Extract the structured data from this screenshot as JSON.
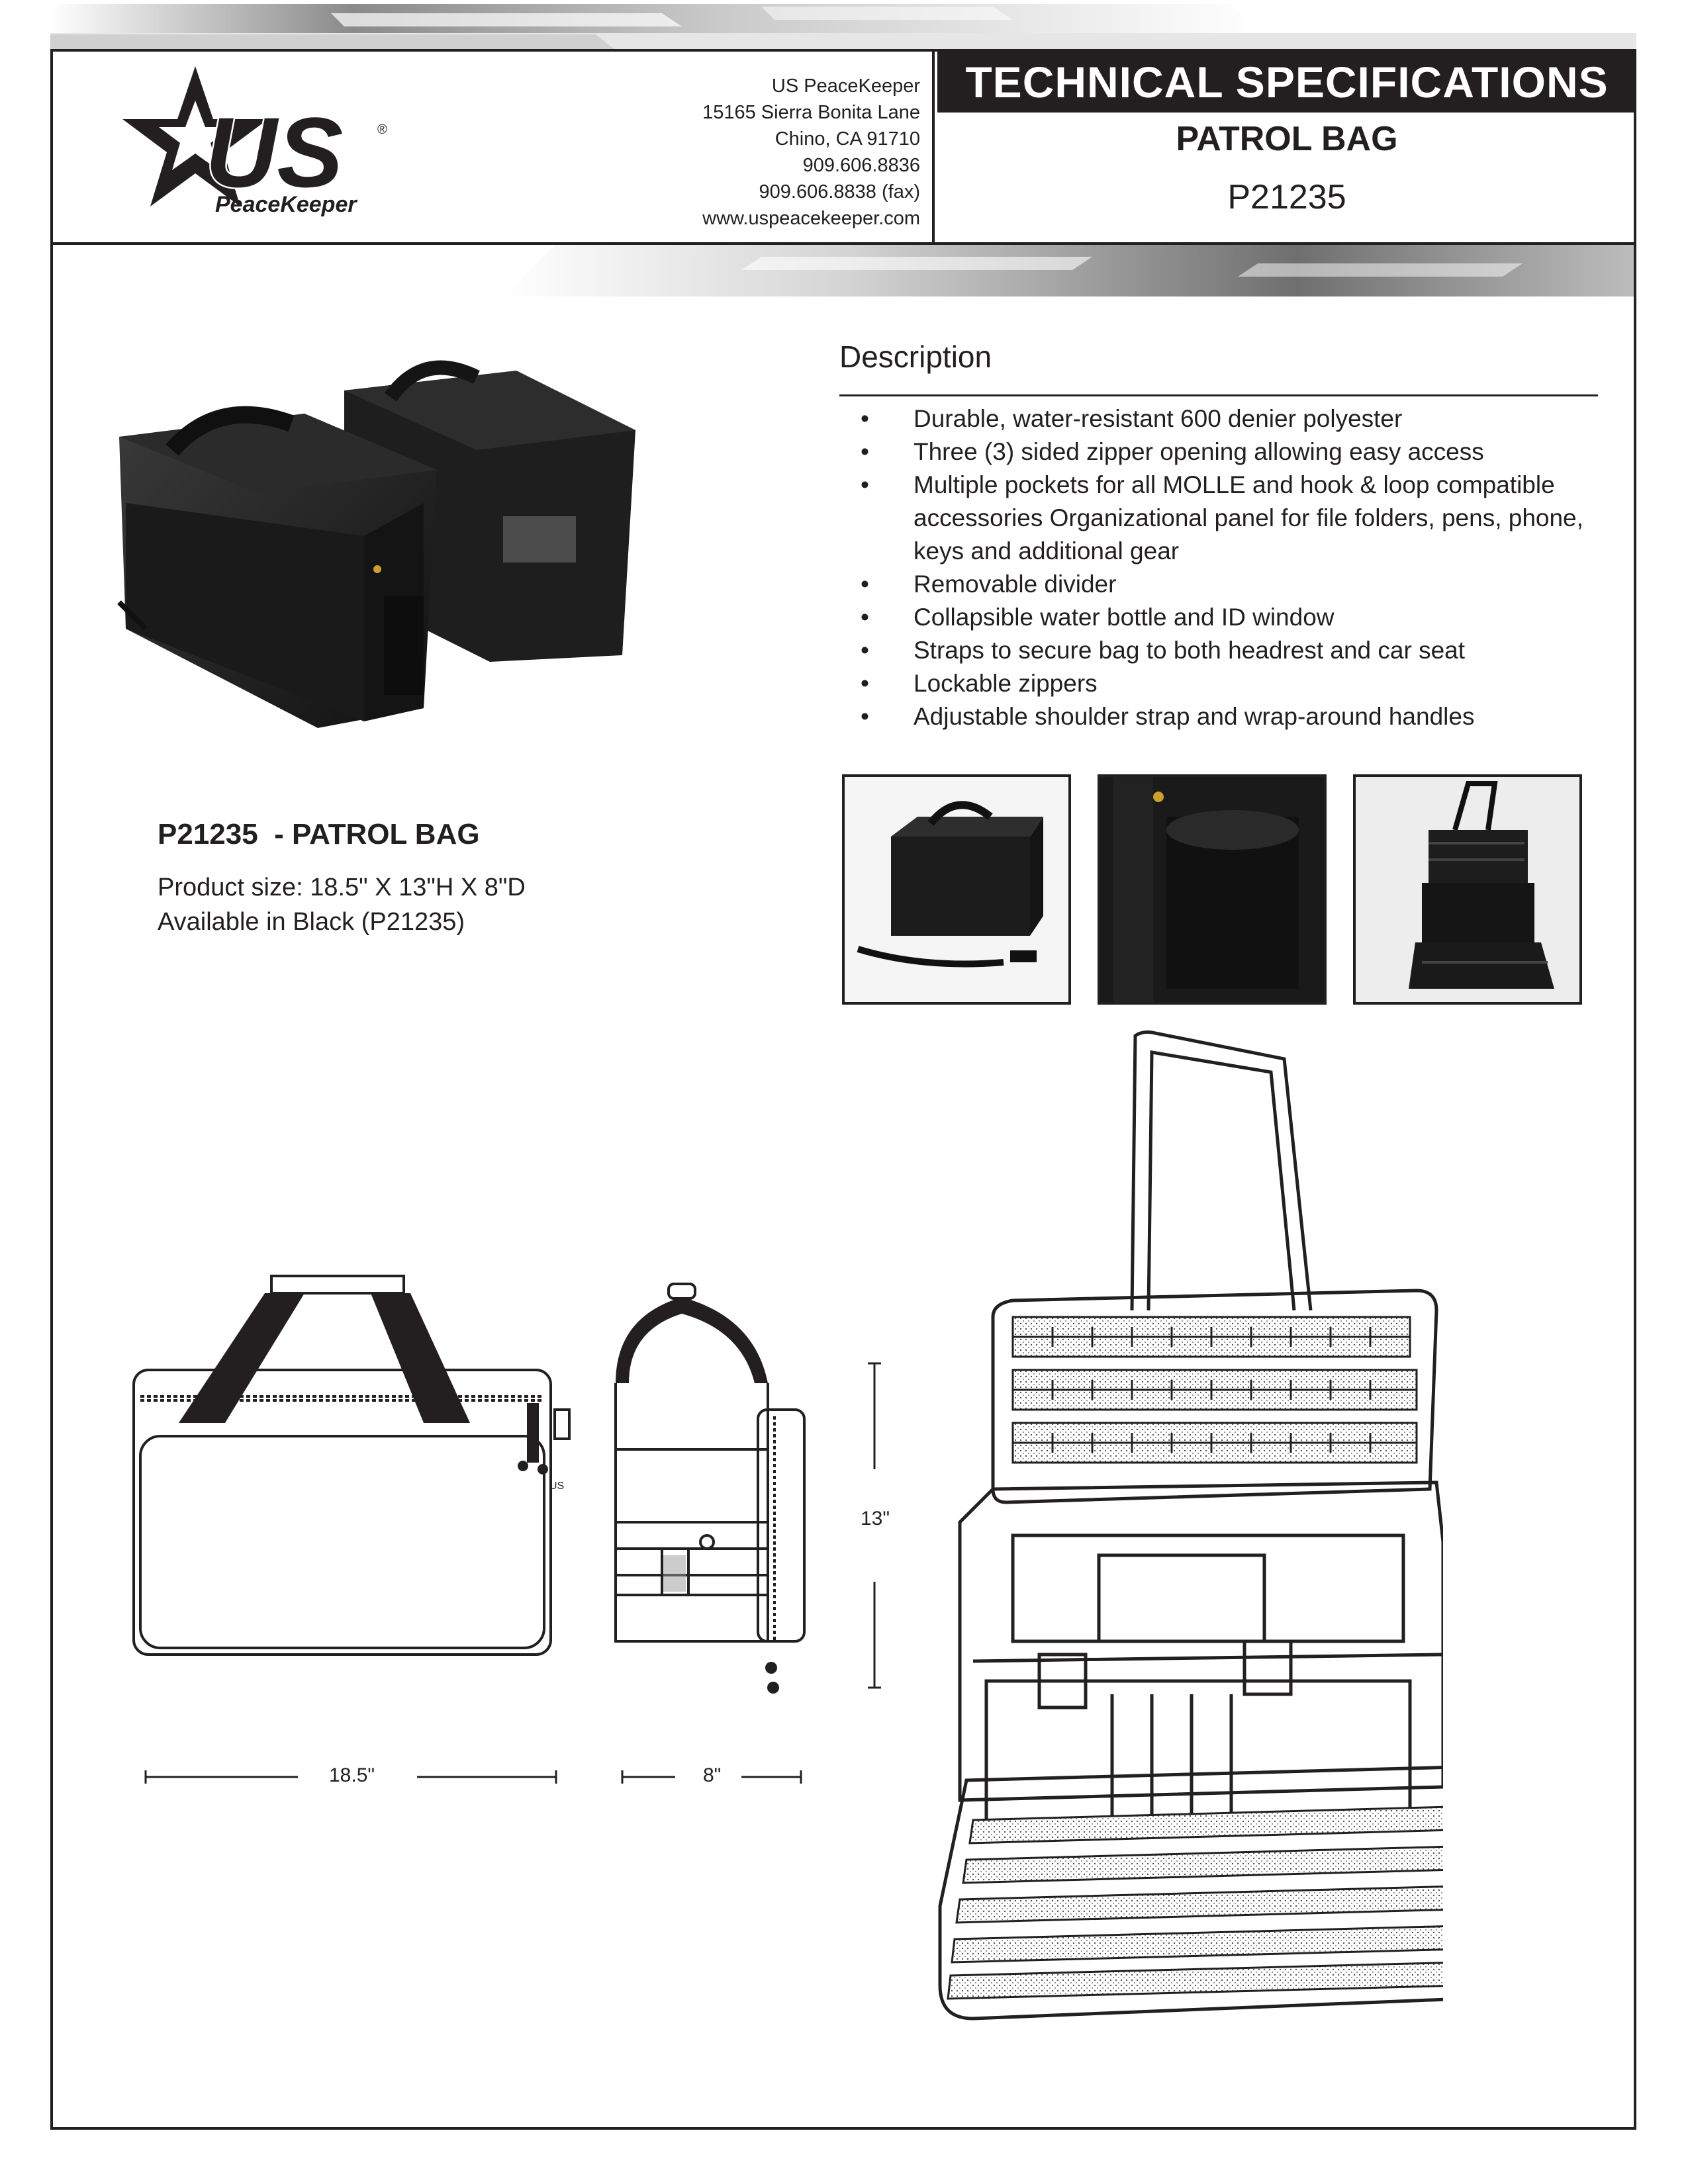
{
  "company": {
    "logo_text": "US",
    "logo_subtext": "PeaceKeeper",
    "logo_mark": "®",
    "name": "US PeaceKeeper",
    "street": "15165 Sierra Bonita Lane",
    "city": "Chino, CA 91710",
    "phone": "909.606.8836",
    "fax": "909.606.8838 (fax)",
    "website": "www.uspeacekeeper.com"
  },
  "header": {
    "section_title": "TECHNICAL SPECIFICATIONS",
    "product_name": "PATROL BAG",
    "product_code": "P21235"
  },
  "description": {
    "heading": "Description",
    "bullets": [
      "Durable, water-resistant 600 denier polyester",
      "Three (3) sided zipper opening allowing easy access",
      "Multiple pockets for all MOLLE and hook & loop compatible accessories Organizational panel for file folders, pens, phone, keys and additional gear",
      "Removable divider",
      "Collapsible water bottle and ID window",
      "Straps to secure bag to both headrest and car seat",
      "Lockable zippers",
      "Adjustable shoulder strap and wrap-around handles"
    ]
  },
  "product": {
    "title": "P21235  - PATROL BAG",
    "size": "Product size: 18.5\" X 13\"H X 8\"D",
    "availability": "Available in Black (P21235)"
  },
  "dimensions": {
    "width": "18.5\"",
    "depth": "8\"",
    "height": "13\""
  },
  "colors": {
    "ink": "#231f20",
    "header_bar": "#231f20",
    "photo_bag": "#1e1e1e"
  }
}
